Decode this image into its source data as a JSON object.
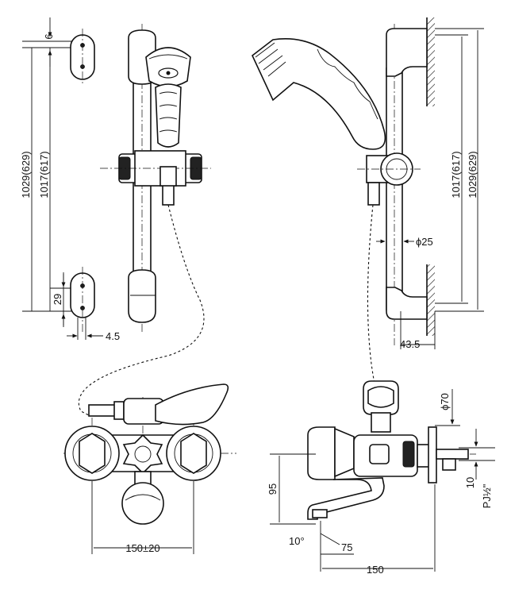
{
  "dimensions": {
    "top_offset": "6",
    "left_outer": "1029(629)",
    "left_inner": "1017(617)",
    "bracket_spacing": "29",
    "bracket_width": "4.5",
    "right_inner": "1017(617)",
    "right_outer": "1029(629)",
    "bar_diameter": "ϕ25",
    "wall_offset": "43.5",
    "handle_spacing": "150±20",
    "flange_diameter": "ϕ70",
    "spout_height": "95",
    "flange_gap": "10",
    "thread": "PJ½\"",
    "spout_angle": "10°",
    "spout_reach": "75",
    "total_depth": "150"
  }
}
